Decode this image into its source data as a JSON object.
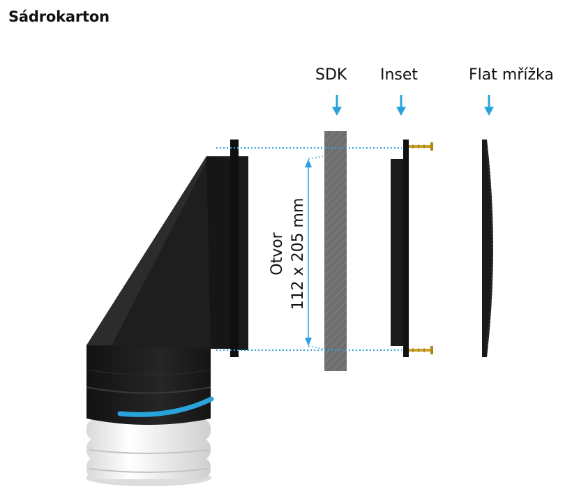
{
  "title": "Sádrokarton",
  "components": [
    {
      "label": "SDK"
    },
    {
      "label": "Inset"
    },
    {
      "label": "Flat mřížka"
    }
  ],
  "dimension": {
    "line1": "Otvor",
    "line2": "112 x 205 mm"
  },
  "colors": {
    "accent": "#29a3dc",
    "plasterboard": "#6e6e6e",
    "component": "#1a1a1a",
    "hose": "#f2f2f2",
    "screw": "#c9a227"
  }
}
